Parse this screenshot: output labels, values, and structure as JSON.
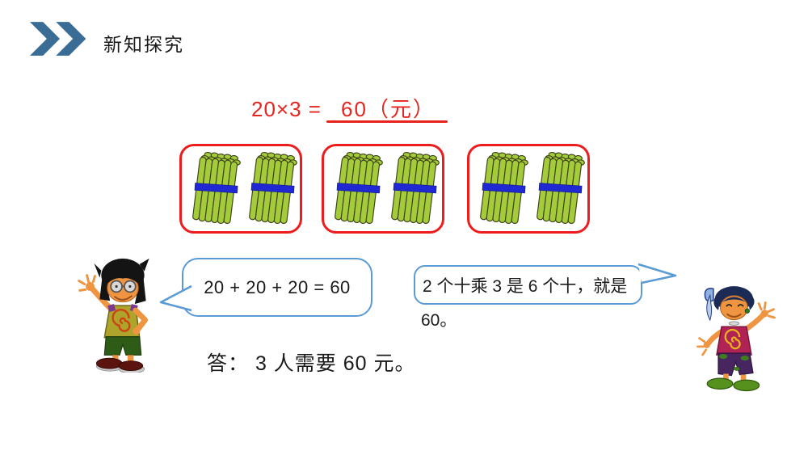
{
  "header": {
    "title": "新知探究",
    "icon": "double-chevron-right-icon",
    "icon_color": "#3a6d96"
  },
  "equation": {
    "expression": "20×3 =",
    "answer": "60（元）",
    "color": "#e8241f"
  },
  "stick_boxes": {
    "count": 3,
    "bundles_per_box": 2,
    "sticks_per_bundle": 10,
    "border_color": "#ee1c1c",
    "stick_color": "#a3cb3a",
    "band_color": "#2028d4"
  },
  "bubbles": {
    "border_color": "#5b9bd5",
    "boy": {
      "text": "20 + 20 + 20 = 60"
    },
    "girl": {
      "line1": "2 个十乘 3 是 6 个十，就是",
      "line2": "60。"
    }
  },
  "answer": {
    "text": "答： 3 人需要 60 元。"
  },
  "characters": {
    "boy": "boy-cartoon-illustration",
    "girl": "girl-cartoon-illustration"
  }
}
